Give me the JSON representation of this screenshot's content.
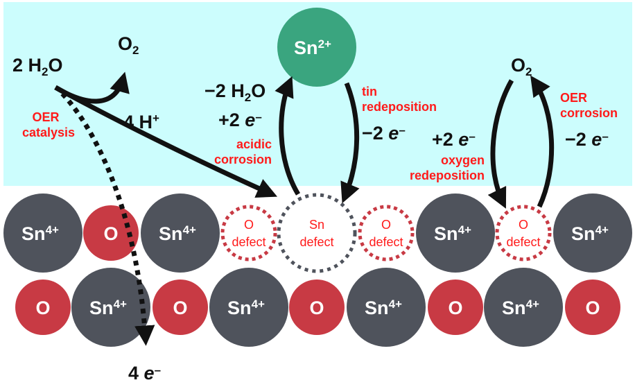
{
  "colors": {
    "solution": "#ccfdfd",
    "sn4": "#4f535c",
    "oxygen": "#c83a44",
    "sn2": "#3aa57f",
    "label_red": "#ff1a1a",
    "arrow": "#111111"
  },
  "solution": {
    "water": {
      "prefix": "2 H",
      "sub": "2",
      "suffix": "O"
    },
    "o2_left": {
      "main": "O",
      "sub": "2"
    },
    "o2_right": {
      "main": "O",
      "sub": "2"
    },
    "protons": {
      "main": "4 H",
      "sup": "+"
    },
    "electrons_out": {
      "main": "4 ",
      "e": "e",
      "sup": "–"
    },
    "oer_catalysis": [
      "OER",
      "catalysis"
    ],
    "sn2_ion": {
      "main": "Sn",
      "sup": "2+"
    },
    "acidic": {
      "water_loss": {
        "prefix": "−2 H",
        "sub": "2",
        "suffix": "O"
      },
      "electrons": {
        "main": "+2 ",
        "e": "e",
        "sup": "–"
      },
      "label": [
        "acidic",
        "corrosion"
      ]
    },
    "tin_redeposition": {
      "label": [
        "tin",
        "redeposition"
      ],
      "electrons": {
        "main": "−2 ",
        "e": "e",
        "sup": "–"
      }
    },
    "oxygen_redeposition": {
      "electrons": {
        "main": "+2 ",
        "e": "e",
        "sup": "–"
      },
      "label": [
        "oxygen",
        "redeposition"
      ]
    },
    "oer_corrosion": {
      "label": [
        "OER",
        "corrosion"
      ],
      "electrons": {
        "main": "−2 ",
        "e": "e",
        "sup": "–"
      }
    }
  },
  "lattice": {
    "top_row": [
      {
        "type": "sn4",
        "main": "Sn",
        "sup": "4+"
      },
      {
        "type": "o",
        "main": "O"
      },
      {
        "type": "sn4",
        "main": "Sn",
        "sup": "4+"
      },
      {
        "type": "o-defect",
        "lines": [
          "O",
          "defect"
        ]
      },
      {
        "type": "sn-defect",
        "lines": [
          "Sn",
          "defect"
        ]
      },
      {
        "type": "o-defect",
        "lines": [
          "O",
          "defect"
        ]
      },
      {
        "type": "sn4",
        "main": "Sn",
        "sup": "4+"
      },
      {
        "type": "o-defect",
        "lines": [
          "O",
          "defect"
        ]
      },
      {
        "type": "sn4",
        "main": "Sn",
        "sup": "4+"
      }
    ],
    "bottom_row": [
      {
        "type": "o",
        "main": "O"
      },
      {
        "type": "sn4",
        "main": "Sn",
        "sup": "4+"
      },
      {
        "type": "o",
        "main": "O"
      },
      {
        "type": "sn4",
        "main": "Sn",
        "sup": "4+"
      },
      {
        "type": "o",
        "main": "O"
      },
      {
        "type": "sn4",
        "main": "Sn",
        "sup": "4+"
      },
      {
        "type": "o",
        "main": "O"
      },
      {
        "type": "sn4",
        "main": "Sn",
        "sup": "4+"
      },
      {
        "type": "o",
        "main": "O"
      }
    ]
  }
}
